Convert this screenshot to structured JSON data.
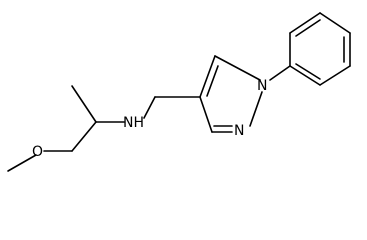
{
  "structure": {
    "atoms": {
      "O": "O",
      "NH": "NH",
      "N1": "N",
      "N2": "N"
    }
  },
  "colors": {
    "bond": "#000000",
    "background": "#ffffff"
  }
}
